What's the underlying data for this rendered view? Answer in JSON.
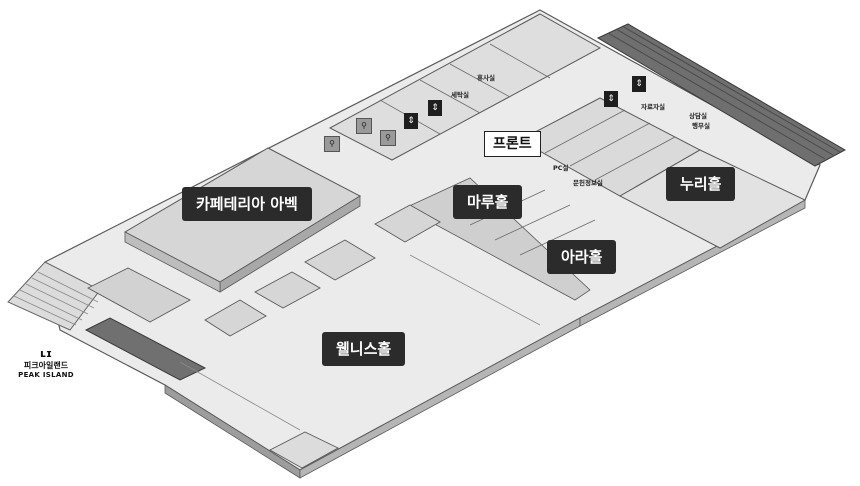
{
  "halls": {
    "cafeteria_annex": "카페테리아 아벡",
    "maru": "마루홀",
    "ara": "아라홀",
    "nuri": "누리홀",
    "wellness": "웰니스홀"
  },
  "front": "프론트",
  "small_rooms": {
    "rest": "휴사실",
    "laundry": "세탁실",
    "pc": "PC실",
    "culture": "문헌정보실",
    "library": "자료자실",
    "counsel": "상담실",
    "office": "행무실"
  },
  "brand": {
    "mark": "ʟɪ",
    "korean": "피크아일랜드",
    "english": "PEAK ISLAND"
  },
  "colors": {
    "label_bg": "#2b2b2b",
    "floor": "#e9e9e9",
    "wall": "#c9c9c9",
    "edge": "#5a5a5a"
  }
}
